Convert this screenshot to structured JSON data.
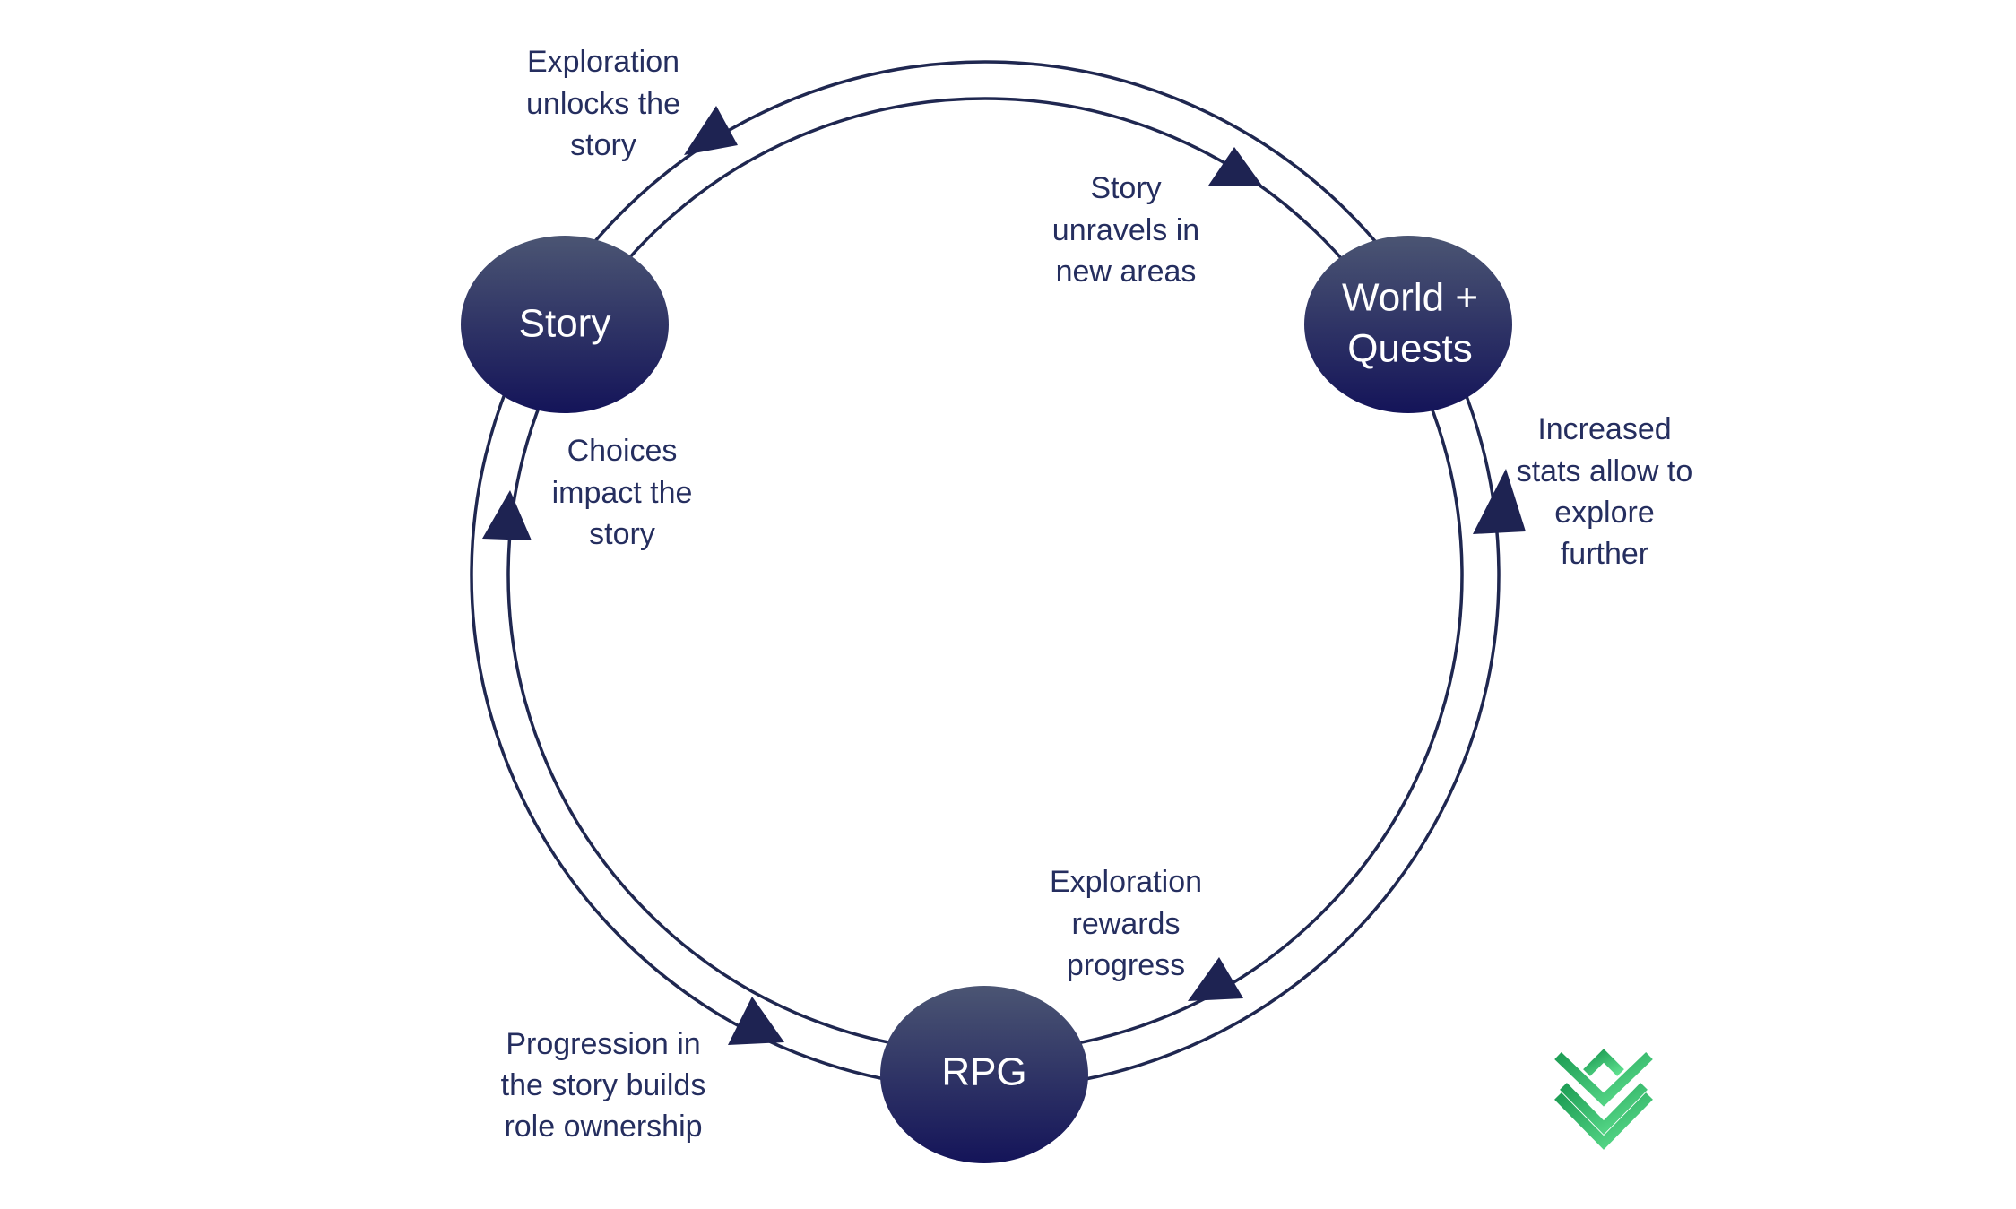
{
  "diagram": {
    "nodes": {
      "story": {
        "lines": [
          "Story"
        ]
      },
      "world": {
        "lines": [
          "World +",
          "Quests"
        ]
      },
      "rpg": {
        "lines": [
          "RPG"
        ]
      }
    },
    "labels": {
      "exploration_unlocks": [
        "Exploration",
        "unlocks the",
        "story"
      ],
      "story_unravels": [
        "Story",
        "unravels in",
        "new areas"
      ],
      "increased_stats": [
        "Increased",
        "stats allow to",
        "explore",
        "further"
      ],
      "exploration_rewards": [
        "Exploration",
        "rewards",
        "progress"
      ],
      "progression_builds": [
        "Progression in",
        "the story builds",
        "role ownership"
      ],
      "choices_impact": [
        "Choices",
        "impact the",
        "story"
      ]
    }
  },
  "colors": {
    "node_top": "#4b5573",
    "node_bottom": "#141459",
    "text": "#252e5f",
    "ring": "#1f2750",
    "logo_dark": "#1e9e55",
    "logo_light": "#5fe08f"
  },
  "icons": {
    "logo": "chevron-stack-logo-icon"
  }
}
